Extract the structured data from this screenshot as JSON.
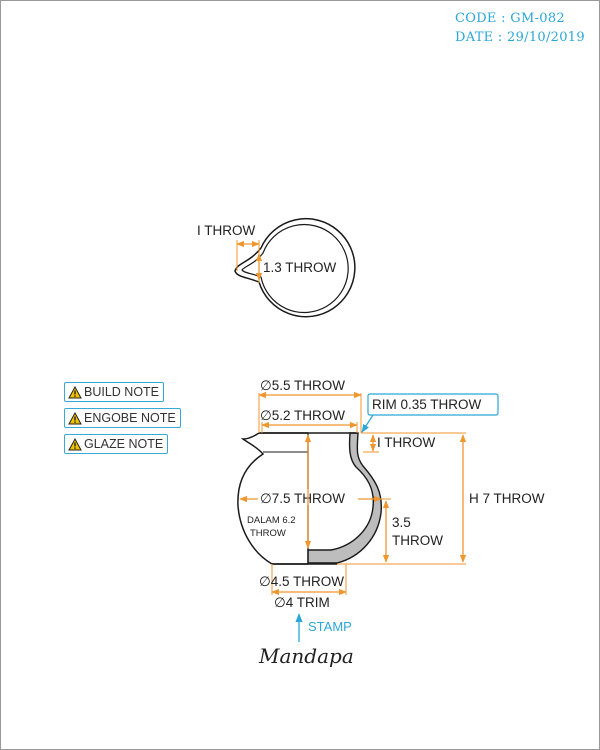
{
  "header": {
    "code": "CODE : GM-082",
    "date": "DATE : 29/10/2019"
  },
  "notes": [
    {
      "label": "BUILD NOTE",
      "icon": "warning-icon"
    },
    {
      "label": "ENGOBE NOTE",
      "icon": "warning-icon"
    },
    {
      "label": "GLAZE NOTE",
      "icon": "warning-icon"
    }
  ],
  "top_view": {
    "spout_width": "I THROW",
    "spout_depth": "1.3 THROW"
  },
  "side_view": {
    "outer_rim_diameter": "∅5.5 THROW",
    "inner_rim_diameter": "∅5.2 THROW",
    "rim_thickness": "RIM 0.35 THROW",
    "neck_height": "I THROW",
    "body_diameter": "∅7.5 THROW",
    "inner_depth_line1": "DALAM 6.2",
    "inner_depth_line2": "THROW",
    "lower_height_line1": "3.5",
    "lower_height_line2": "THROW",
    "total_height": "H 7 THROW",
    "foot_diameter": "∅4.5 THROW",
    "trim_diameter": "∅4 TRIM"
  },
  "stamp": {
    "label": "STAMP",
    "brand": "Mandapa"
  },
  "colors": {
    "dimension": "#f0962f",
    "accent": "#2aa7d8",
    "outline": "#1a1a1a",
    "wall": "#bdbdbd"
  }
}
